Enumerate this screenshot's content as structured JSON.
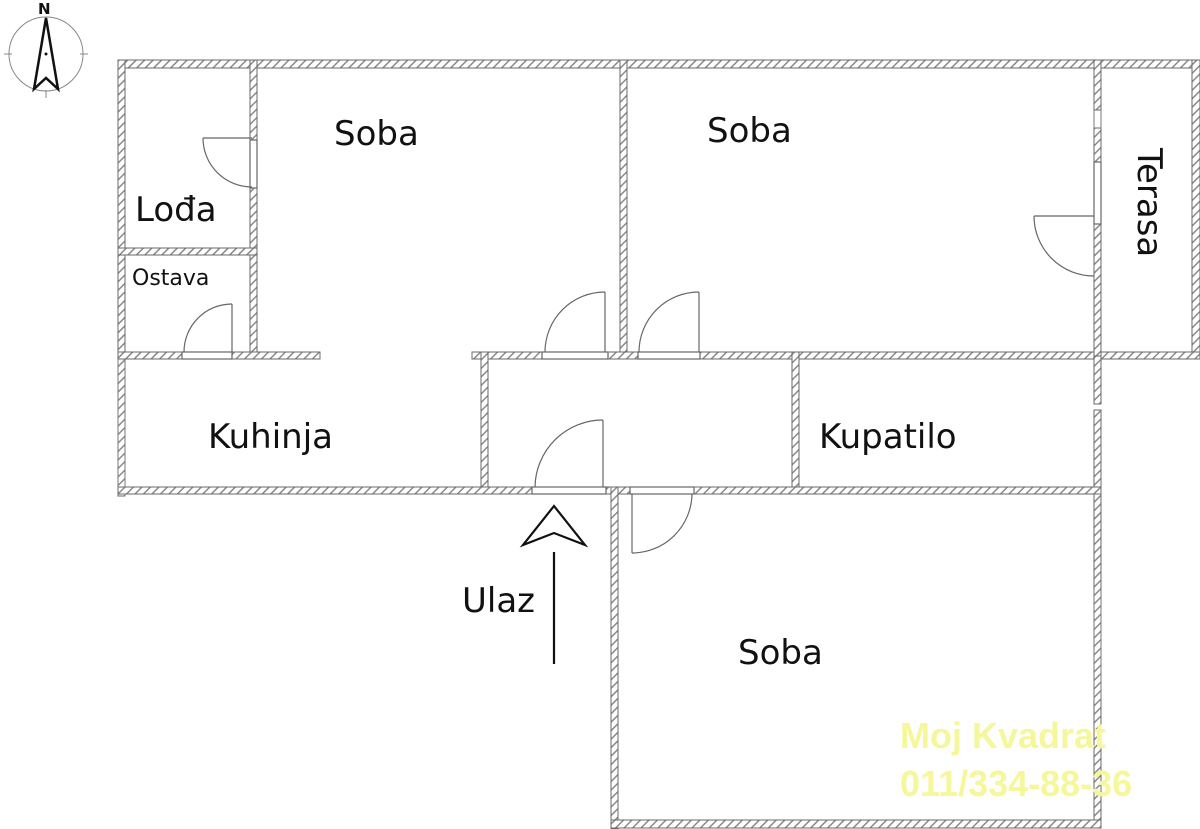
{
  "floorplan": {
    "compass": {
      "north_label": "N",
      "icon": "north-arrow-icon"
    },
    "rooms": [
      {
        "id": "soba-1",
        "label": "Soba"
      },
      {
        "id": "soba-2",
        "label": "Soba"
      },
      {
        "id": "soba-3",
        "label": "Soba"
      },
      {
        "id": "lodja",
        "label": "Lođa"
      },
      {
        "id": "ostava",
        "label": "Ostava"
      },
      {
        "id": "kuhinja",
        "label": "Kuhinja"
      },
      {
        "id": "kupatilo",
        "label": "Kupatilo"
      },
      {
        "id": "terasa",
        "label": "Terasa"
      }
    ],
    "entrance": {
      "label": "Ulaz",
      "icon": "entrance-arrow-icon"
    },
    "watermark": {
      "company": "Moj Kvadrat",
      "phone": "011/334-88-36",
      "color": "#f6f79a"
    },
    "wall_color": "#808080",
    "line_color": "#555555"
  }
}
